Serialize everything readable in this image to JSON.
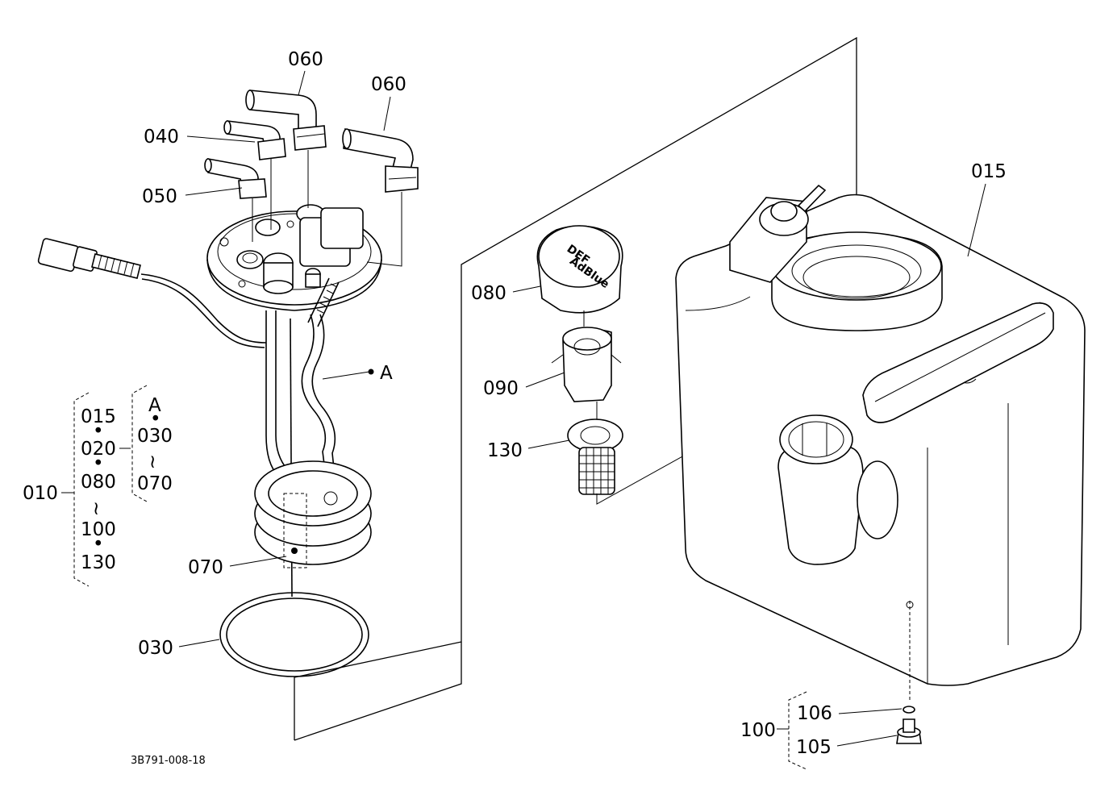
{
  "drawing_number": "3B791-008-18",
  "callouts": {
    "p060a": "060",
    "p060b": "060",
    "p040": "040",
    "p050": "050",
    "pA": "A",
    "p015": "015",
    "p080": "080",
    "p090": "090",
    "p130": "130",
    "p070": "070",
    "p030": "030",
    "p106": "106",
    "p105": "105",
    "p100": "100"
  },
  "assembly_legend": {
    "parent": "010",
    "left_column": [
      "015",
      "020",
      "080",
      "100",
      "130"
    ],
    "right_column": [
      "A",
      "030",
      "070"
    ],
    "tilde": "~",
    "dot": "•"
  },
  "cap_text": [
    "DEF",
    "AdBlue"
  ]
}
